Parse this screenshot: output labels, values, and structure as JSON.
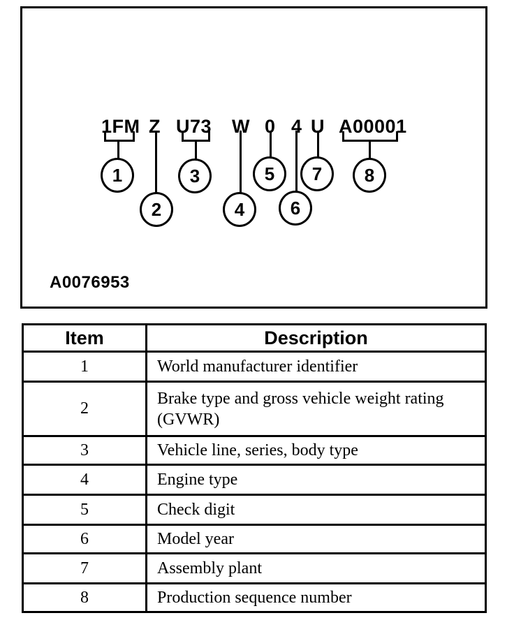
{
  "diagram": {
    "figure_code": "A0076953",
    "vin_segments": [
      {
        "text": "1FM",
        "callout": "1"
      },
      {
        "text": "Z",
        "callout": "2"
      },
      {
        "text": "U73",
        "callout": "3"
      },
      {
        "text": "W",
        "callout": "4"
      },
      {
        "text": "0",
        "callout": "5"
      },
      {
        "text": "4",
        "callout": "6"
      },
      {
        "text": "U",
        "callout": "7"
      },
      {
        "text": "A00001",
        "callout": "8"
      }
    ]
  },
  "table": {
    "headers": {
      "item": "Item",
      "description": "Description"
    },
    "rows": [
      {
        "item": "1",
        "description": "World manufacturer identifier"
      },
      {
        "item": "2",
        "description": "Brake type and gross vehicle weight rating (GVWR)"
      },
      {
        "item": "3",
        "description": "Vehicle line, series, body type"
      },
      {
        "item": "4",
        "description": "Engine type"
      },
      {
        "item": "5",
        "description": "Check digit"
      },
      {
        "item": "6",
        "description": "Model year"
      },
      {
        "item": "7",
        "description": "Assembly plant"
      },
      {
        "item": "8",
        "description": "Production sequence number"
      }
    ]
  },
  "colors": {
    "line": "#000000",
    "background": "#ffffff"
  }
}
